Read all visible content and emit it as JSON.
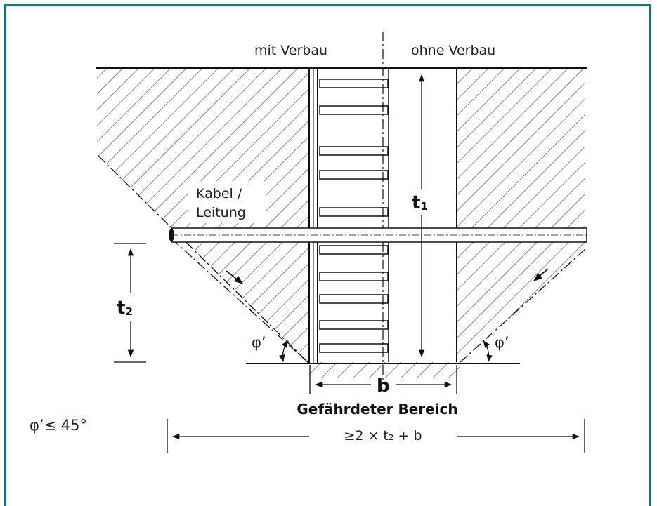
{
  "labels": {
    "mit_verbau": "mit Verbau",
    "ohne_verbau": "ohne Verbau",
    "kabel": "Kabel /",
    "leitung": "Leitung",
    "t1": "t",
    "t1_sub": "1",
    "t2": "t",
    "t2_sub": "2",
    "phi_left": "φ’",
    "phi_right": "φ’",
    "b": "b",
    "zone_title": "Gefährdeter Bereich",
    "zone_formula": "≥2 × t₂ + b",
    "angle_condition": "φ’≤ 45°"
  },
  "colors": {
    "frame": "#1f6f7a",
    "line": "#111111"
  }
}
